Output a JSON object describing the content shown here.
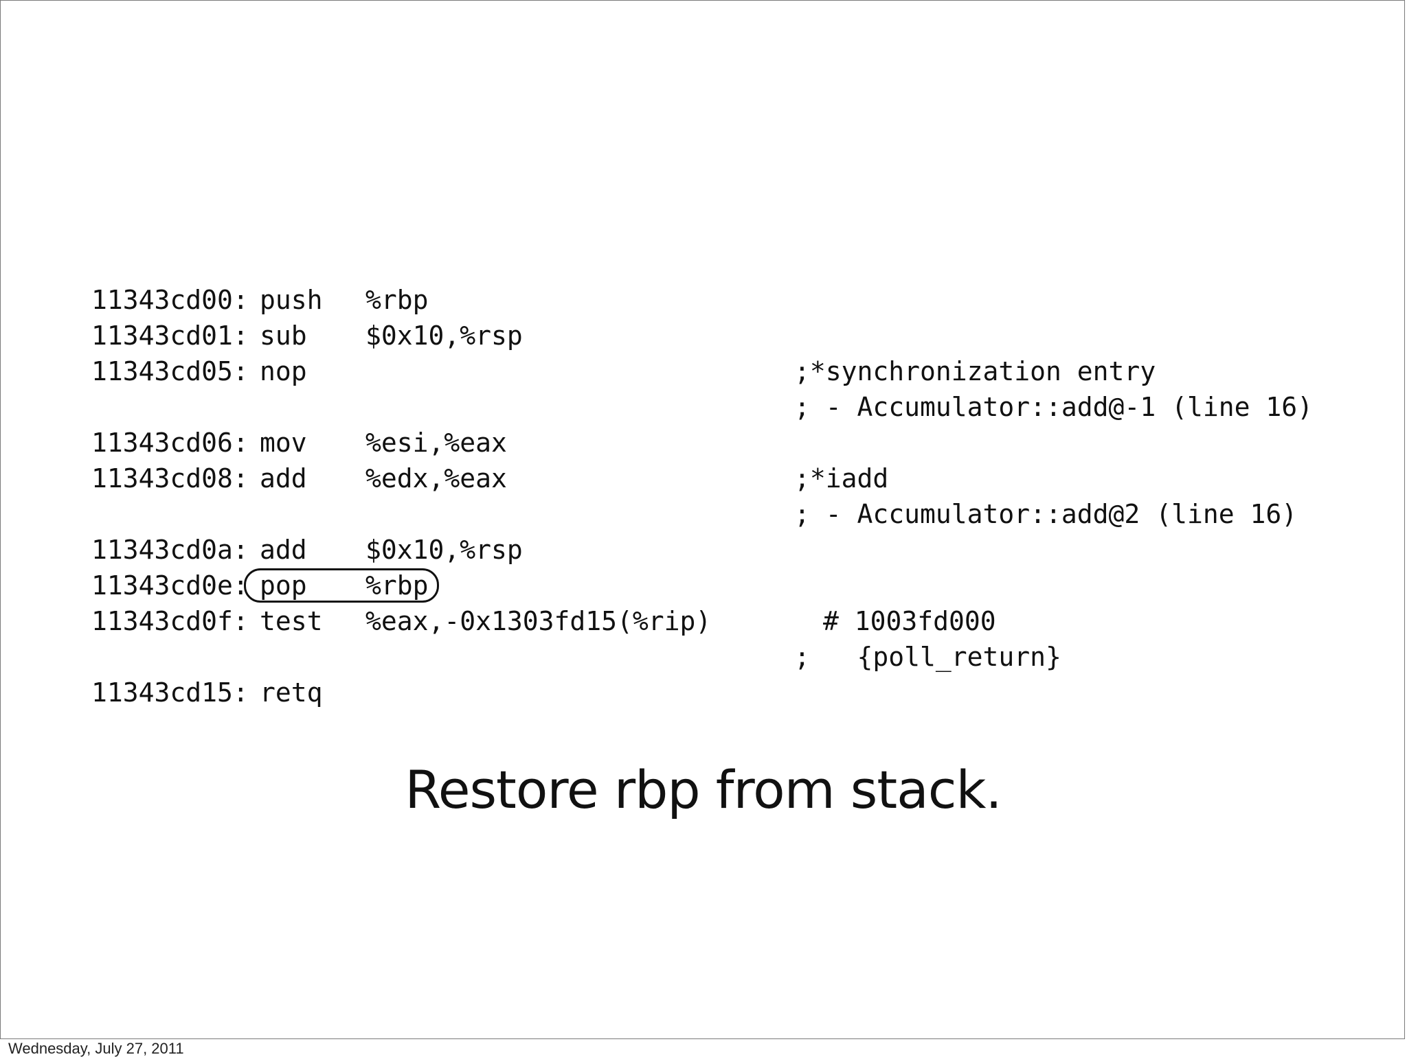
{
  "code": {
    "lines": [
      {
        "addr": "11343cd00:",
        "op": "push",
        "arg": "%rbp"
      },
      {
        "addr": "11343cd01:",
        "op": "sub",
        "arg": "$0x10,%rsp"
      },
      {
        "addr": "11343cd05:",
        "op": "nop",
        "arg": ""
      },
      {
        "addr": "11343cd06:",
        "op": "mov",
        "arg": "%esi,%eax"
      },
      {
        "addr": "11343cd08:",
        "op": "add",
        "arg": "%edx,%eax"
      },
      {
        "addr": "11343cd0a:",
        "op": "add",
        "arg": "$0x10,%rsp"
      },
      {
        "addr": "11343cd0e:",
        "op": "pop",
        "arg": "%rbp"
      },
      {
        "addr": "11343cd0f:",
        "op": "test",
        "arg": "%eax,-0x1303fd15(%rip)"
      },
      {
        "addr": "11343cd15:",
        "op": "retq",
        "arg": ""
      }
    ],
    "comments": [
      ";*synchronization entry",
      "; - Accumulator::add@-1 (line 16)",
      ";*iadd",
      "; - Accumulator::add@2 (line 16)",
      "# 1003fd000",
      ";   {poll_return}"
    ]
  },
  "caption": "Restore rbp from stack.",
  "footer": "Wednesday, July 27, 2011"
}
